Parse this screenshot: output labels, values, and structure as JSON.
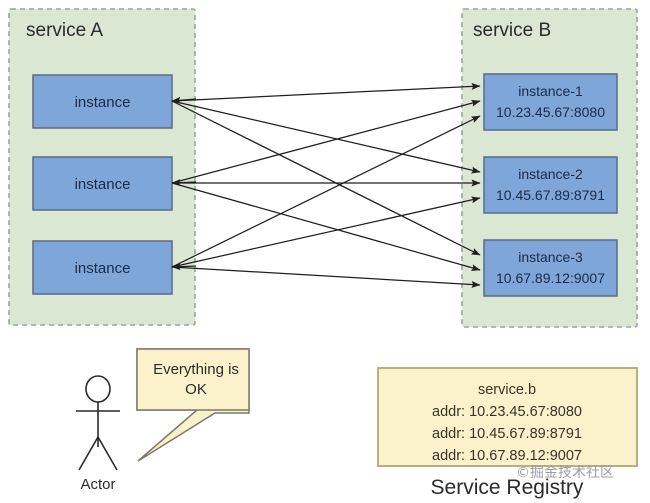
{
  "colors": {
    "service_fill": "#d9e7d3",
    "service_border": "#9aa39a",
    "instance_fill": "#7fa6d8",
    "instance_border": "#5a6a86",
    "registry_fill": "#fbf2cc",
    "registry_border": "#b3a678",
    "bubble_fill": "#fbf2cc",
    "bubble_border": "#7a7a6a",
    "arrow_stroke": "#1f1f1f",
    "page_bg": "#ffffff",
    "text": "#2b2b2b"
  },
  "services": [
    {
      "id": "service-a",
      "title": "service A",
      "instances": [
        {
          "name": "instance",
          "addr": ""
        },
        {
          "name": "instance",
          "addr": ""
        },
        {
          "name": "instance",
          "addr": ""
        }
      ]
    },
    {
      "id": "service-b",
      "title": "service B",
      "instances": [
        {
          "name": "instance-1",
          "addr": "10.23.45.67:8080"
        },
        {
          "name": "instance-2",
          "addr": "10.45.67.89:8791"
        },
        {
          "name": "instance-3",
          "addr": "10.67.89.12:9007"
        }
      ]
    }
  ],
  "connections": {
    "description": "full mesh from each service A instance to each service B instance",
    "count": 9,
    "arrowhead": "filled-triangle"
  },
  "actor": {
    "label": "Actor",
    "icon": "stick-figure-icon"
  },
  "speech_bubble": {
    "line1": "Everything is",
    "line2": "OK"
  },
  "registry": {
    "caption": "Service Registry",
    "service_name": "service.b",
    "entries": [
      "addr: 10.23.45.67:8080",
      "addr: 10.45.67.89:8791",
      "addr: 10.67.89.12:9007"
    ]
  },
  "watermark": {
    "text": "©掘金技术社区"
  }
}
